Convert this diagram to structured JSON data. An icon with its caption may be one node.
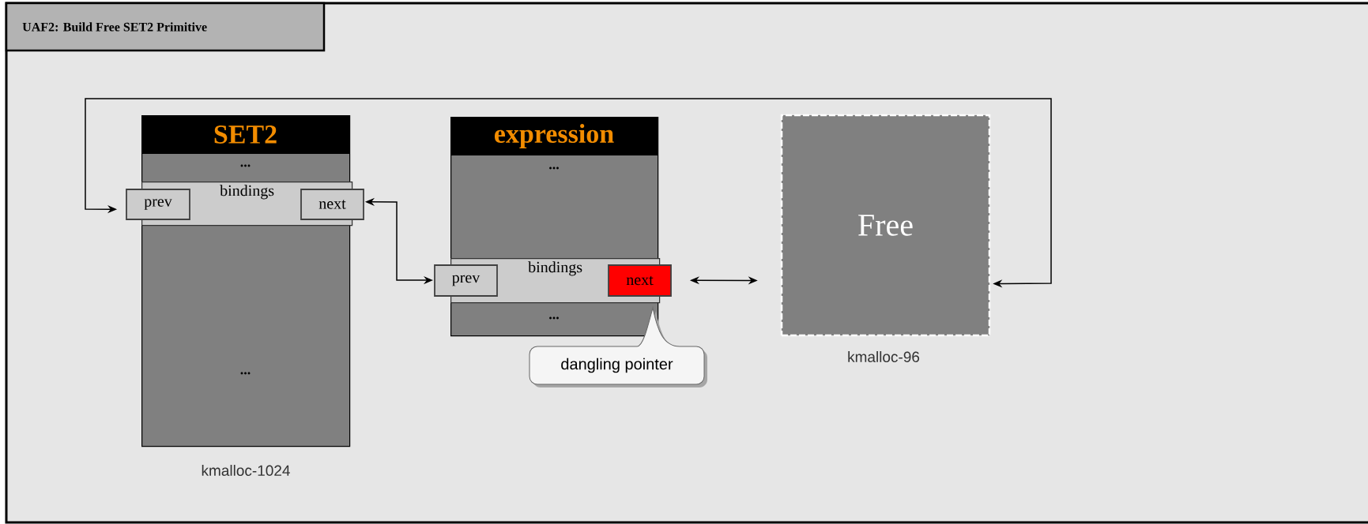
{
  "diagram": {
    "title": "UAF2:  Build Free SET2 Primitive",
    "nodes": [
      {
        "text": [
          "SET2",
          "...",
          "..."
        ],
        "beside": [
          "kmalloc-1024"
        ]
      },
      {
        "text": [
          "bindings"
        ],
        "in": 0
      },
      {
        "text": [
          "prev"
        ]
      },
      {
        "text": [
          "next"
        ]
      },
      {
        "text": [
          "expression",
          "...",
          "..."
        ]
      },
      {
        "text": [
          "bindings"
        ],
        "in": 4
      },
      {
        "text": [
          "prev"
        ]
      },
      {
        "text": [
          "next"
        ]
      },
      {
        "text": [
          "Free"
        ],
        "beside": [
          "kmalloc-96"
        ]
      },
      {
        "text": [
          "dangling pointer"
        ]
      }
    ],
    "edges": [
      {
        "from": 3,
        "to": 6,
        "arrow": "both"
      },
      {
        "from": 8,
        "to": 2,
        "arrow": "both"
      },
      {
        "from": 7,
        "to": 8,
        "arrow": "both"
      }
    ]
  }
}
